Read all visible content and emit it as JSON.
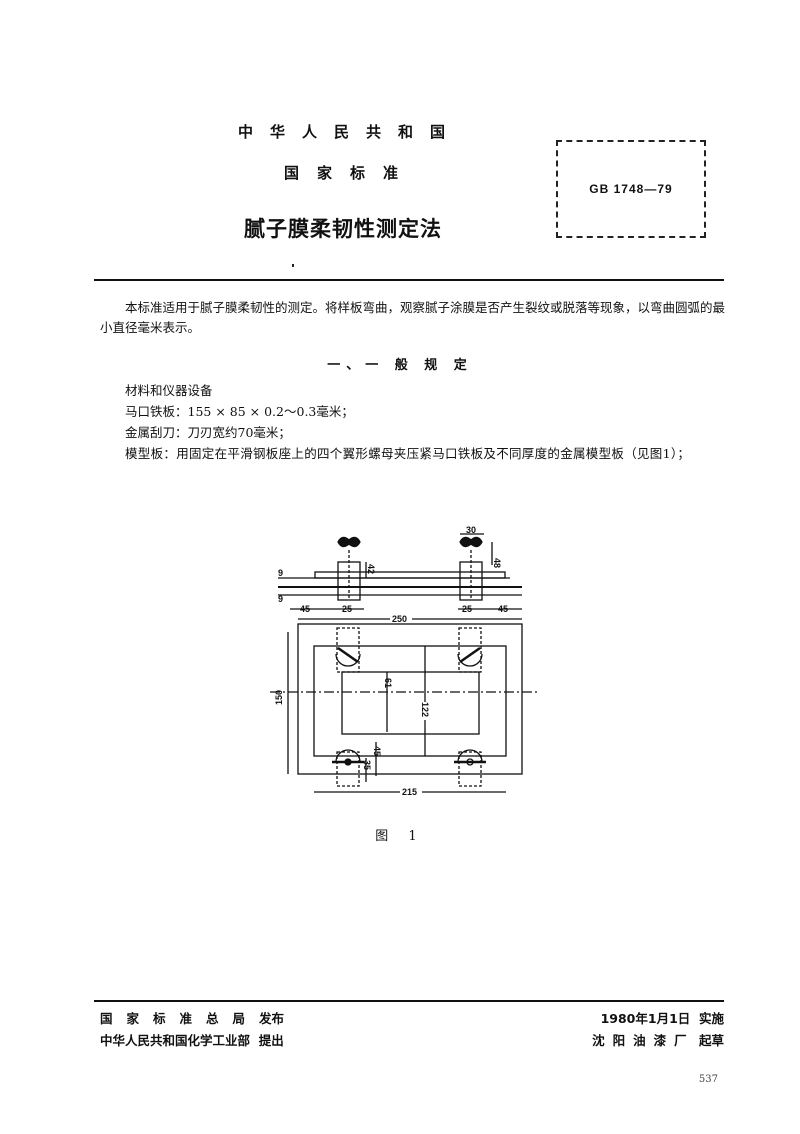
{
  "header": {
    "country": "中华人民共和国",
    "standard_type": "国家标准",
    "title": "腻子膜柔韧性测定法",
    "standard_code": "GB 1748—79"
  },
  "body": {
    "intro": "本标准适用于腻子膜柔韧性的测定。将样板弯曲，观察腻子涂膜是否产生裂纹或脱落等现象，以弯曲圆弧的最小直径毫米表示。",
    "section_1_heading": "一、一 般 规 定",
    "materials_heading": "材料和仪器设备",
    "items": [
      "马口铁板：155 × 85 × 0.2～0.3毫米；",
      "金属刮刀：刀刃宽约70毫米；",
      "模型板：用固定在平滑钢板座上的四个翼形螺母夹压紧马口铁板及不同厚度的金属模型板（见图1）；"
    ]
  },
  "figure": {
    "caption": "图 1",
    "dimensions": {
      "top_width": "30",
      "bolt_height_right": "48",
      "bolt_height_left": "42",
      "left_offset_1": "9",
      "left_offset_2": "9",
      "left_margin": "45",
      "bolt_width_left": "25",
      "bolt_width_right": "25",
      "right_margin": "45",
      "overall_width": "250",
      "overall_height": "150",
      "inner_offset": "61",
      "inner_height": "122",
      "bolt_spacing": "45",
      "bolt_edge": "35",
      "base_width": "215"
    }
  },
  "footer": {
    "issuer": "国家标准总局",
    "issuer_action": "发布",
    "proposer": "中华人民共和国化学工业部",
    "proposer_action": "提出",
    "effective_date": "1980年1月1日",
    "effective_action": "实施",
    "drafter": "沈阳油漆厂",
    "drafter_action": "起草",
    "page_number": "537"
  }
}
